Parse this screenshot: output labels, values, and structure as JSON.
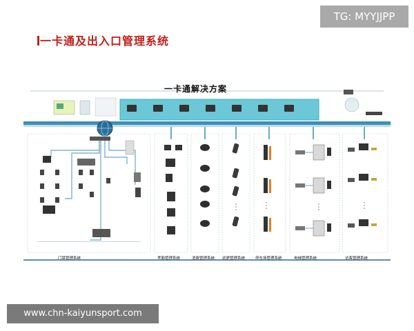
{
  "watermark": "TG: MYYJJPP",
  "slide_title": "一卡通及出入口管理系统",
  "diagram": {
    "title": "一卡通解决方案",
    "sections": [
      "门禁管理系统",
      "考勤管理系统",
      "消费管理系统",
      "巡更管理系统",
      "停车场管理系统",
      "电梯管理系统",
      "访客管理系统"
    ]
  },
  "footer_url": "www.chn-kaiyunsport.com",
  "colors": {
    "title_red": "#c0201c",
    "bus_blue": "#3d8fb5",
    "bus_light": "#b9dcee",
    "cabinet_cyan": "#2fb3c7"
  }
}
